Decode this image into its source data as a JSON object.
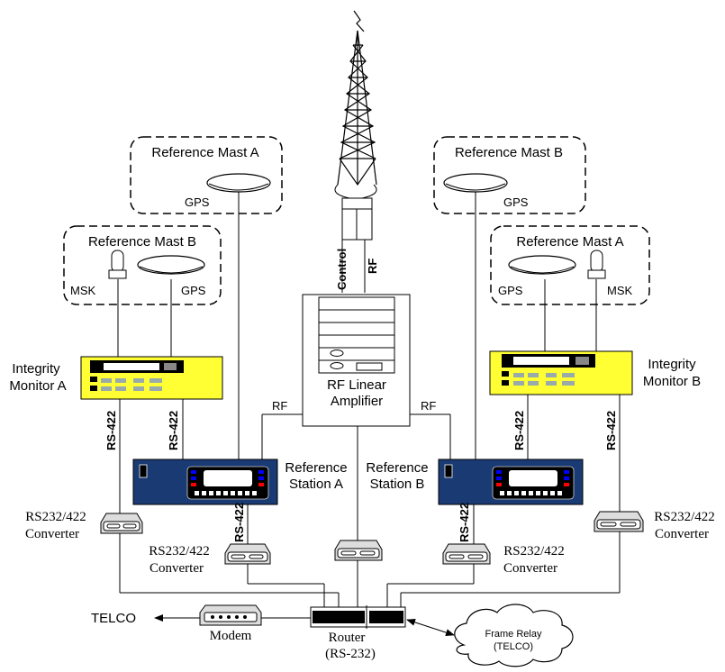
{
  "tower": {
    "name": "antenna-tower"
  },
  "left_site": {
    "ref_mast_a": {
      "title": "Reference Mast A",
      "gps_label": "GPS"
    },
    "ref_mast_b": {
      "title": "Reference Mast B",
      "msk_label": "MSK",
      "gps_label": "GPS"
    },
    "integrity_monitor": {
      "label_line1": "Integrity",
      "label_line2": "Monitor A"
    },
    "reference_station": {
      "label_line1": "Reference",
      "label_line2": "Station A"
    },
    "rs422_a": "RS-422",
    "rs422_b": "RS-422",
    "rs422_c": "RS-422",
    "converter_outer": {
      "line1": "RS232/422",
      "line2": "Converter"
    },
    "converter_inner": {
      "line1": "RS232/422",
      "line2": "Converter"
    },
    "rf_label": "RF"
  },
  "right_site": {
    "ref_mast_b": {
      "title": "Reference Mast B",
      "gps_label": "GPS"
    },
    "ref_mast_a": {
      "title": "Reference Mast A",
      "gps_label": "GPS",
      "msk_label": "MSK"
    },
    "integrity_monitor": {
      "label_line1": "Integrity",
      "label_line2": "Monitor B"
    },
    "reference_station": {
      "label_line1": "Reference",
      "label_line2": "Station B"
    },
    "rs422_a": "RS-422",
    "rs422_b": "RS-422",
    "rs422_c": "RS-422",
    "converter_outer": {
      "line1": "RS232/422",
      "line2": "Converter"
    },
    "converter_inner": {
      "line1": "RS232/422",
      "line2": "Converter"
    },
    "rf_label": "RF"
  },
  "amplifier": {
    "line1": "RF Linear",
    "line2": "Amplifier",
    "control_label": "Control",
    "rf_label": "RF"
  },
  "bottom": {
    "telco": "TELCO",
    "modem": "Modem",
    "router_line1": "Router",
    "router_line2": "(RS-232)",
    "frame_relay_line1": "Frame Relay",
    "frame_relay_line2": "(TELCO)"
  },
  "colors": {
    "monitor_yellow": "#ffff33",
    "station_blue": "#1a3a73",
    "line": "#000000"
  }
}
